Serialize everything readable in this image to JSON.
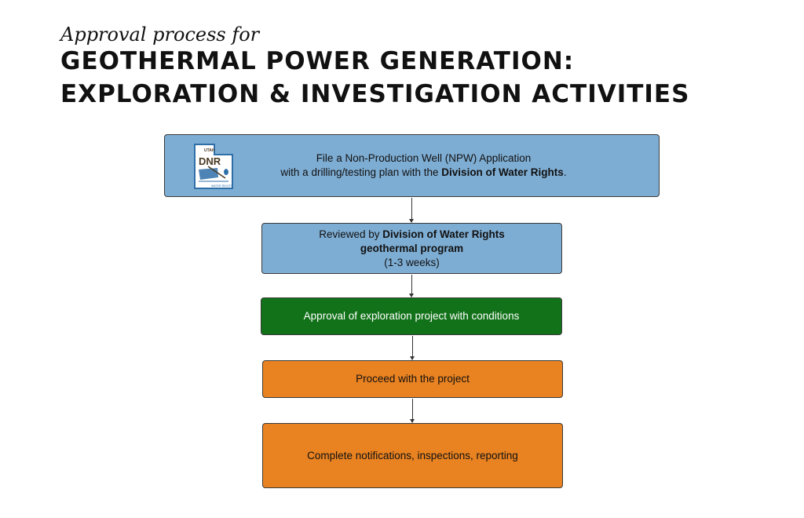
{
  "header": {
    "subtitle": "Approval process for",
    "title_line_1": "GEOTHERMAL POWER GENERATION:",
    "title_line_2": "EXPLORATION & INVESTIGATION ACTIVITIES"
  },
  "logo": {
    "top_text": "UTAH",
    "main_text": "DNR",
    "bottom_text": "WATER RIGHTS"
  },
  "colors": {
    "blue_box": "#7eadd3",
    "green_box": "#127219",
    "orange_box": "#e98221",
    "box_border": "#3a3a3a",
    "logo_blue": "#2f6fa8",
    "logo_brown": "#4a3a24"
  },
  "steps": [
    {
      "line1": "File a Non-Production Well (NPW) Application",
      "line2_prefix": "with a drilling/testing plan with the ",
      "line2_bold": "Division of Water Rights",
      "line2_suffix": "."
    },
    {
      "line1_prefix": "Reviewed by ",
      "line1_bold": "Division of Water Rights",
      "line2_bold": "geothermal program",
      "line3": "(1-3 weeks)"
    },
    {
      "text": "Approval of exploration project with conditions"
    },
    {
      "text": "Proceed with the project"
    },
    {
      "text": "Complete notifications, inspections, reporting"
    }
  ]
}
